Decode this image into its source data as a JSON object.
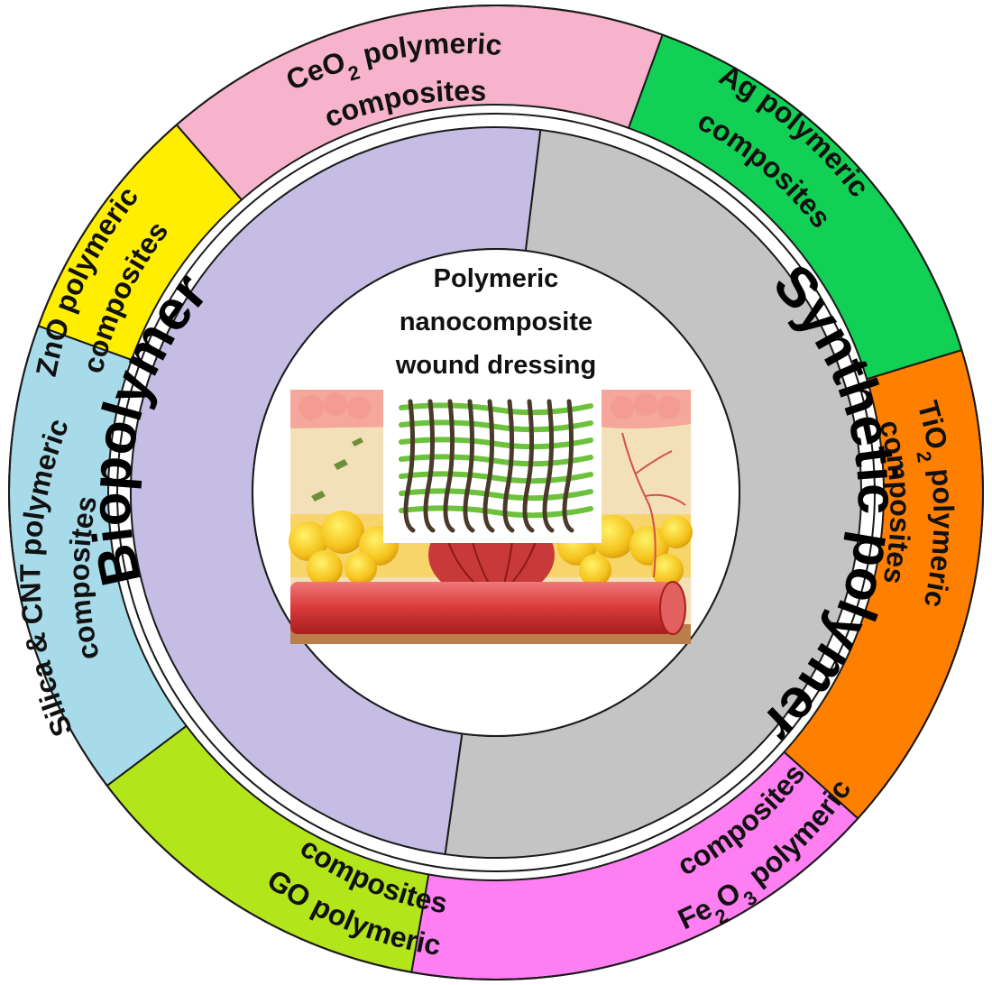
{
  "center": {
    "title_lines": [
      "Polymeric",
      "nanocomposite",
      "wound dressing"
    ]
  },
  "inner_ring": {
    "biopolymer": {
      "label": "Biopolymer",
      "color": "#c6bde5"
    },
    "synthetic": {
      "label": "Synthetic polymer",
      "color": "#c4c4c4"
    }
  },
  "outer_segments": [
    {
      "id": "ceo2",
      "line1_main": "CeO",
      "line1_sub": "2",
      "line1_rest": " polymeric",
      "line2": "composites",
      "color": "#f7b3cc"
    },
    {
      "id": "ag",
      "line1_main": "Ag polymeric",
      "line1_sub": "",
      "line1_rest": "",
      "line2": "composites",
      "color": "#12d055"
    },
    {
      "id": "tio2",
      "line1_main": "TiO",
      "line1_sub": "2",
      "line1_rest": " polymeric",
      "line2": "composites",
      "color": "#ff8000"
    },
    {
      "id": "fe2o3",
      "line1_main": "Fe",
      "line1_sub": "2",
      "line1_rest": "O",
      "line1_sub2": "3",
      "line1_rest2": " polymeric",
      "line2": "composites",
      "color": "#ff7ef2"
    },
    {
      "id": "go",
      "line1_main": "GO polymeric",
      "line1_sub": "",
      "line1_rest": "",
      "line2": "composites",
      "color": "#b3e51b"
    },
    {
      "id": "silica-cnt",
      "line1_main": "Silica & CNT polymeric",
      "line1_sub": "",
      "line1_rest": "",
      "line2": "composites",
      "color": "#a8dbe9"
    },
    {
      "id": "zno",
      "line1_main": "ZnO polymeric",
      "line1_sub": "",
      "line1_rest": "",
      "line2": "composites",
      "color": "#ffee00"
    }
  ],
  "colors": {
    "outline": "#1a1a1a",
    "background": "#ffffff"
  }
}
